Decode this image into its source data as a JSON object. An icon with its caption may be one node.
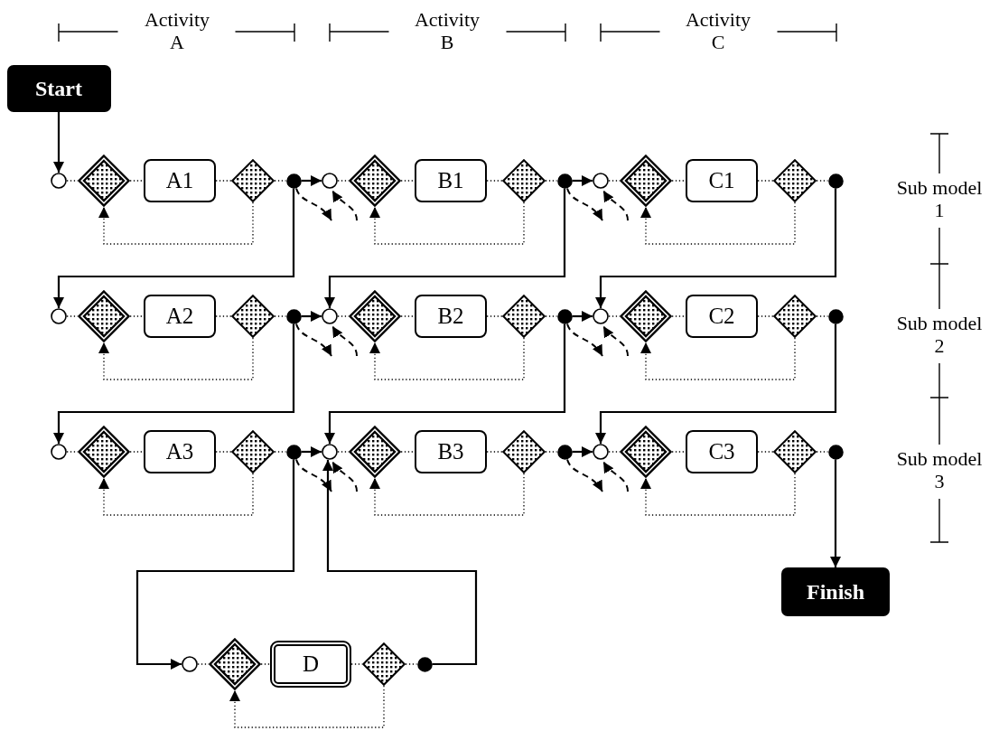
{
  "diagram": {
    "nodes": [
      {
        "text": [
          "Start"
        ]
      },
      {
        "text": [],
        "shape": "circle"
      },
      {
        "text": [],
        "shape": "diamond"
      },
      {
        "text": [
          "A1"
        ]
      },
      {
        "text": [],
        "shape": "diamond"
      },
      {
        "text": [],
        "shape": "circle"
      },
      {
        "text": [],
        "shape": "circle"
      },
      {
        "text": [],
        "shape": "diamond"
      },
      {
        "text": [
          "B1"
        ]
      },
      {
        "text": [],
        "shape": "diamond"
      },
      {
        "text": [],
        "shape": "circle"
      },
      {
        "text": [],
        "shape": "circle"
      },
      {
        "text": [],
        "shape": "diamond"
      },
      {
        "text": [
          "C1"
        ]
      },
      {
        "text": [],
        "shape": "diamond"
      },
      {
        "text": [],
        "shape": "circle"
      },
      {
        "text": [],
        "shape": "circle"
      },
      {
        "text": [],
        "shape": "diamond"
      },
      {
        "text": [
          "A2"
        ]
      },
      {
        "text": [],
        "shape": "diamond"
      },
      {
        "text": [],
        "shape": "circle"
      },
      {
        "text": [],
        "shape": "circle"
      },
      {
        "text": [],
        "shape": "diamond"
      },
      {
        "text": [
          "B2"
        ]
      },
      {
        "text": [],
        "shape": "diamond"
      },
      {
        "text": [],
        "shape": "circle"
      },
      {
        "text": [],
        "shape": "circle"
      },
      {
        "text": [],
        "shape": "diamond"
      },
      {
        "text": [
          "C2"
        ]
      },
      {
        "text": [],
        "shape": "diamond"
      },
      {
        "text": [],
        "shape": "circle"
      },
      {
        "text": [],
        "shape": "circle"
      },
      {
        "text": [],
        "shape": "diamond"
      },
      {
        "text": [
          "A3"
        ]
      },
      {
        "text": [],
        "shape": "diamond"
      },
      {
        "text": [],
        "shape": "circle"
      },
      {
        "text": [],
        "shape": "circle"
      },
      {
        "text": [],
        "shape": "diamond"
      },
      {
        "text": [
          "B3"
        ]
      },
      {
        "text": [],
        "shape": "diamond"
      },
      {
        "text": [],
        "shape": "circle"
      },
      {
        "text": [],
        "shape": "circle"
      },
      {
        "text": [],
        "shape": "diamond"
      },
      {
        "text": [
          "C3"
        ]
      },
      {
        "text": [],
        "shape": "diamond"
      },
      {
        "text": [],
        "shape": "circle"
      },
      {
        "text": [
          "Finish"
        ]
      },
      {
        "text": [],
        "shape": "circle"
      },
      {
        "text": [],
        "shape": "diamond"
      },
      {
        "text": [
          "D"
        ]
      },
      {
        "text": [],
        "shape": "diamond"
      },
      {
        "text": [],
        "shape": "circle"
      }
    ],
    "edges": [
      {
        "from": 0,
        "to": 1,
        "arrow": "to"
      },
      {
        "from": 1,
        "to": 2,
        "arrow": "none",
        "style": "dashed"
      },
      {
        "from": 2,
        "to": 3,
        "arrow": "none",
        "style": "dashed"
      },
      {
        "from": 3,
        "to": 4,
        "arrow": "none",
        "style": "dashed"
      },
      {
        "from": 4,
        "to": 5,
        "arrow": "none",
        "style": "dashed"
      },
      {
        "from": 4,
        "to": 2,
        "arrow": "to",
        "style": "dashed"
      },
      {
        "from": 6,
        "to": 7,
        "arrow": "none",
        "style": "dashed"
      },
      {
        "from": 7,
        "to": 8,
        "arrow": "none",
        "style": "dashed"
      },
      {
        "from": 8,
        "to": 9,
        "arrow": "none",
        "style": "dashed"
      },
      {
        "from": 9,
        "to": 10,
        "arrow": "none",
        "style": "dashed"
      },
      {
        "from": 9,
        "to": 7,
        "arrow": "to",
        "style": "dashed"
      },
      {
        "from": 11,
        "to": 12,
        "arrow": "none",
        "style": "dashed"
      },
      {
        "from": 12,
        "to": 13,
        "arrow": "none",
        "style": "dashed"
      },
      {
        "from": 13,
        "to": 14,
        "arrow": "none",
        "style": "dashed"
      },
      {
        "from": 14,
        "to": 15,
        "arrow": "none",
        "style": "dashed"
      },
      {
        "from": 14,
        "to": 12,
        "arrow": "to",
        "style": "dashed"
      },
      {
        "from": 16,
        "to": 17,
        "arrow": "none",
        "style": "dashed"
      },
      {
        "from": 17,
        "to": 18,
        "arrow": "none",
        "style": "dashed"
      },
      {
        "from": 18,
        "to": 19,
        "arrow": "none",
        "style": "dashed"
      },
      {
        "from": 19,
        "to": 20,
        "arrow": "none",
        "style": "dashed"
      },
      {
        "from": 19,
        "to": 17,
        "arrow": "to",
        "style": "dashed"
      },
      {
        "from": 21,
        "to": 22,
        "arrow": "none",
        "style": "dashed"
      },
      {
        "from": 22,
        "to": 23,
        "arrow": "none",
        "style": "dashed"
      },
      {
        "from": 23,
        "to": 24,
        "arrow": "none",
        "style": "dashed"
      },
      {
        "from": 24,
        "to": 25,
        "arrow": "none",
        "style": "dashed"
      },
      {
        "from": 24,
        "to": 22,
        "arrow": "to",
        "style": "dashed"
      },
      {
        "from": 26,
        "to": 27,
        "arrow": "none",
        "style": "dashed"
      },
      {
        "from": 27,
        "to": 28,
        "arrow": "none",
        "style": "dashed"
      },
      {
        "from": 28,
        "to": 29,
        "arrow": "none",
        "style": "dashed"
      },
      {
        "from": 29,
        "to": 30,
        "arrow": "none",
        "style": "dashed"
      },
      {
        "from": 29,
        "to": 27,
        "arrow": "to",
        "style": "dashed"
      },
      {
        "from": 31,
        "to": 32,
        "arrow": "none",
        "style": "dashed"
      },
      {
        "from": 32,
        "to": 33,
        "arrow": "none",
        "style": "dashed"
      },
      {
        "from": 33,
        "to": 34,
        "arrow": "none",
        "style": "dashed"
      },
      {
        "from": 34,
        "to": 35,
        "arrow": "none",
        "style": "dashed"
      },
      {
        "from": 34,
        "to": 32,
        "arrow": "to",
        "style": "dashed"
      },
      {
        "from": 36,
        "to": 37,
        "arrow": "none",
        "style": "dashed"
      },
      {
        "from": 37,
        "to": 38,
        "arrow": "none",
        "style": "dashed"
      },
      {
        "from": 38,
        "to": 39,
        "arrow": "none",
        "style": "dashed"
      },
      {
        "from": 39,
        "to": 40,
        "arrow": "none",
        "style": "dashed"
      },
      {
        "from": 39,
        "to": 37,
        "arrow": "to",
        "style": "dashed"
      },
      {
        "from": 41,
        "to": 42,
        "arrow": "none",
        "style": "dashed"
      },
      {
        "from": 42,
        "to": 43,
        "arrow": "none",
        "style": "dashed"
      },
      {
        "from": 43,
        "to": 44,
        "arrow": "none",
        "style": "dashed"
      },
      {
        "from": 44,
        "to": 45,
        "arrow": "none",
        "style": "dashed"
      },
      {
        "from": 44,
        "to": 42,
        "arrow": "to",
        "style": "dashed"
      },
      {
        "from": 47,
        "to": 48,
        "arrow": "none",
        "style": "dashed"
      },
      {
        "from": 48,
        "to": 49,
        "arrow": "none",
        "style": "dashed"
      },
      {
        "from": 49,
        "to": 50,
        "arrow": "none",
        "style": "dashed"
      },
      {
        "from": 50,
        "to": 51,
        "arrow": "none",
        "style": "dashed"
      },
      {
        "from": 50,
        "to": 48,
        "arrow": "to",
        "style": "dashed"
      },
      {
        "from": 5,
        "to": 6,
        "arrow": "to"
      },
      {
        "from": 10,
        "to": 11,
        "arrow": "to"
      },
      {
        "from": 20,
        "to": 21,
        "arrow": "to"
      },
      {
        "from": 25,
        "to": 26,
        "arrow": "to"
      },
      {
        "from": 35,
        "to": 36,
        "arrow": "to"
      },
      {
        "from": 40,
        "to": 41,
        "arrow": "to"
      },
      {
        "from": 5,
        "to": 16,
        "arrow": "to"
      },
      {
        "from": 10,
        "to": 21,
        "arrow": "to"
      },
      {
        "from": 15,
        "to": 26,
        "arrow": "to"
      },
      {
        "from": 20,
        "to": 31,
        "arrow": "to"
      },
      {
        "from": 25,
        "to": 36,
        "arrow": "to"
      },
      {
        "from": 30,
        "to": 41,
        "arrow": "to"
      },
      {
        "from": 35,
        "to": 47,
        "arrow": "to"
      },
      {
        "from": 51,
        "to": 36,
        "arrow": "to"
      },
      {
        "from": 45,
        "to": 46,
        "arrow": "to"
      },
      {
        "from": 5,
        "to": null,
        "arrow": "to",
        "style": "dashed"
      },
      {
        "from": null,
        "to": 6,
        "arrow": "to",
        "style": "dashed"
      },
      {
        "from": 10,
        "to": null,
        "arrow": "to",
        "style": "dashed"
      },
      {
        "from": null,
        "to": 11,
        "arrow": "to",
        "style": "dashed"
      },
      {
        "from": 20,
        "to": null,
        "arrow": "to",
        "style": "dashed"
      },
      {
        "from": null,
        "to": 21,
        "arrow": "to",
        "style": "dashed"
      },
      {
        "from": 25,
        "to": null,
        "arrow": "to",
        "style": "dashed"
      },
      {
        "from": null,
        "to": 26,
        "arrow": "to",
        "style": "dashed"
      },
      {
        "from": 35,
        "to": null,
        "arrow": "to",
        "style": "dashed"
      },
      {
        "from": null,
        "to": 36,
        "arrow": "to",
        "style": "dashed"
      },
      {
        "from": 40,
        "to": null,
        "arrow": "to",
        "style": "dashed"
      },
      {
        "from": null,
        "to": 41,
        "arrow": "to",
        "style": "dashed"
      }
    ],
    "labels": [
      "Activity A",
      "Activity B",
      "Activity C",
      "Sub model 1",
      "Sub model 2",
      "Sub model 3"
    ]
  }
}
